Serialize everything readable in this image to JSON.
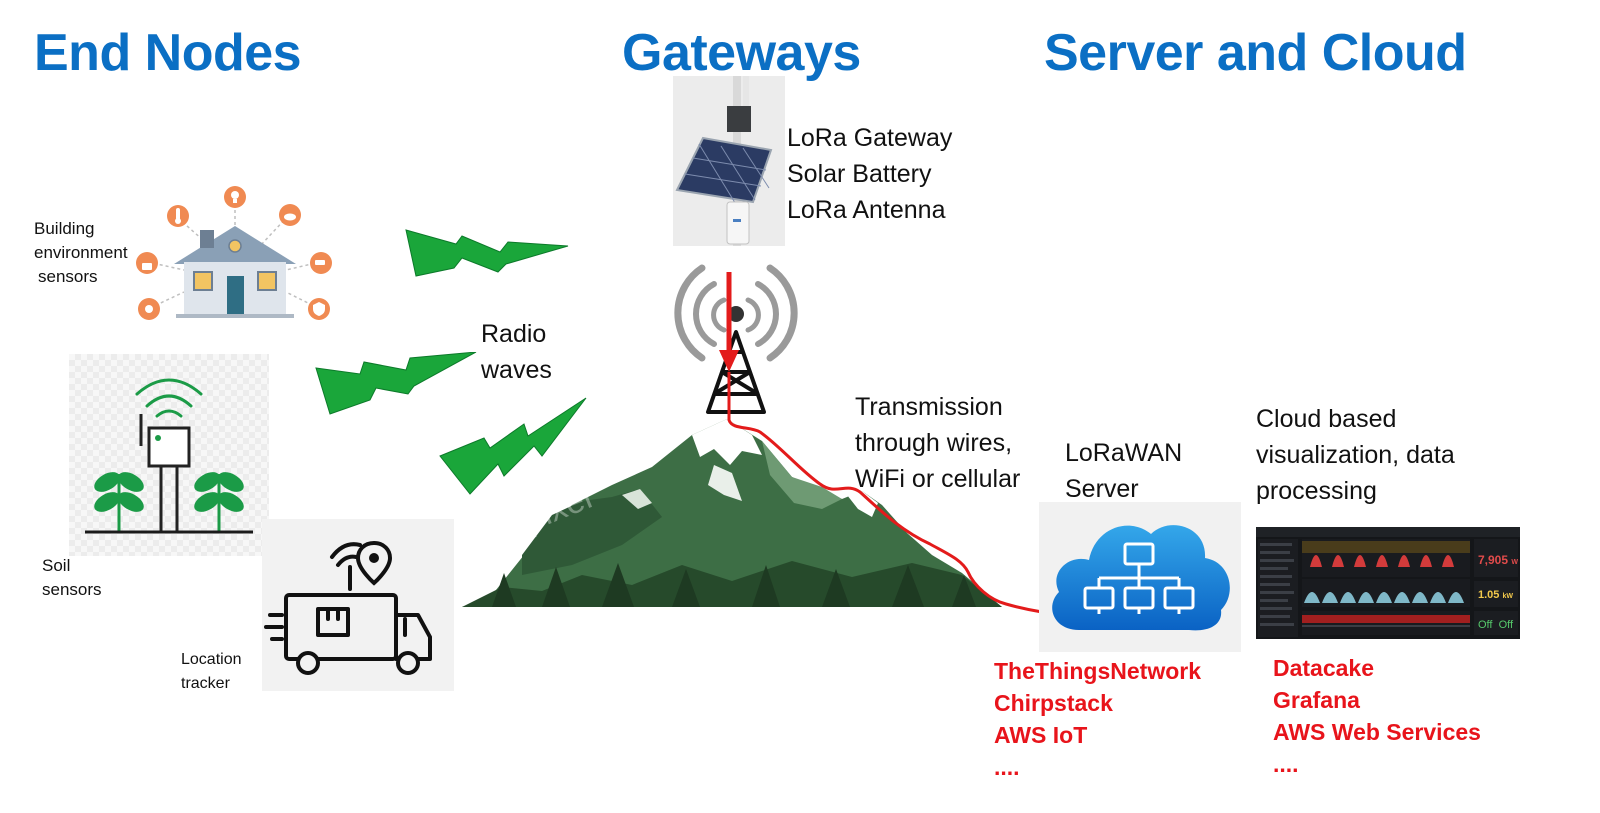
{
  "headings": {
    "end_nodes": "End Nodes",
    "gateways": "Gateways",
    "server_cloud": "Server and Cloud"
  },
  "end_nodes": {
    "building": [
      "Building",
      "environment",
      "sensors"
    ],
    "soil": [
      "Soil",
      "sensors"
    ],
    "tracker": [
      "Location",
      "tracker"
    ]
  },
  "radio_waves": [
    "Radio",
    "waves"
  ],
  "gateway": {
    "lines": [
      "LoRa Gateway",
      "Solar Battery",
      "LoRa Antenna"
    ]
  },
  "transmission": [
    "Transmission",
    "through wires,",
    "WiFi or cellular"
  ],
  "server": {
    "title": [
      "LoRaWAN",
      "Server"
    ],
    "providers": [
      "TheThingsNetwork",
      "Chirpstack",
      "AWS IoT",
      "...."
    ]
  },
  "cloud": {
    "title": [
      "Cloud based",
      "visualization, data",
      "processing"
    ],
    "providers": [
      "Datacake",
      "Grafana",
      "AWS Web Services",
      "...."
    ],
    "dashboard": {
      "metric_1": "7,905",
      "metric_1_unit": "W",
      "metric_2": "1.05",
      "metric_2_unit": "kW",
      "state_1": "Off",
      "state_2": "Off"
    }
  },
  "watermark": "rawpixel",
  "colors": {
    "heading_blue": "#0b6fc4",
    "provider_red": "#e8141b",
    "lightning_green": "#1aa63a",
    "signal_red": "#e31b1b",
    "icon_orange": "#f08a52",
    "mountain_green": "#3d6e45"
  }
}
